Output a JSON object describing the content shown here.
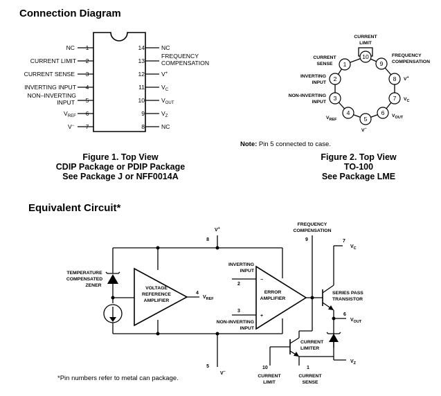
{
  "headings": {
    "connection": "Connection Diagram",
    "equivalent": "Equivalent Circuit*"
  },
  "dip": {
    "left": [
      {
        "num": "1",
        "label": "NC"
      },
      {
        "num": "2",
        "label": "CURRENT LIMIT"
      },
      {
        "num": "3",
        "label": "CURRENT SENSE"
      },
      {
        "num": "4",
        "label": "INVERTING INPUT"
      },
      {
        "num": "5",
        "label1": "NON–INVERTING",
        "label2": "INPUT"
      },
      {
        "num": "6",
        "label": "V",
        "sub": "REF"
      },
      {
        "num": "7",
        "label": "V",
        "sup": "−"
      }
    ],
    "right": [
      {
        "num": "14",
        "label": "NC"
      },
      {
        "num": "13",
        "label1": "FREQUENCY",
        "label2": "COMPENSATION"
      },
      {
        "num": "12",
        "label": "V",
        "sup": "+"
      },
      {
        "num": "11",
        "label": "V",
        "sub": "C"
      },
      {
        "num": "10",
        "label": "V",
        "sub": "OUT"
      },
      {
        "num": "9",
        "label": "V",
        "sub": "Z"
      },
      {
        "num": "8",
        "label": "NC"
      }
    ]
  },
  "figure1": {
    "line1": "Figure 1. Top View",
    "line2": "CDIP Package or PDIP Package",
    "line3": "See Package J or NFF0014A"
  },
  "can": {
    "top1": "CURRENT",
    "top2": "LIMIT",
    "pins": [
      "1",
      "2",
      "3",
      "4",
      "5",
      "6",
      "7",
      "8",
      "9",
      "10"
    ],
    "current_sense1": "CURRENT",
    "current_sense2": "SENSE",
    "inv1": "INVERTING",
    "inv2": "INPUT",
    "noninv1": "NON-INVERTING",
    "noninv2": "INPUT",
    "vref": "V",
    "vref_sub": "REF",
    "vminus": "V",
    "vminus_sup": "−",
    "vout": "V",
    "vout_sub": "OUT",
    "vc": "V",
    "vc_sub": "C",
    "vplus": "V",
    "vplus_sup": "+",
    "freq1": "FREQUENCY",
    "freq2": "COMPENSATION"
  },
  "note": {
    "bold": "Note:",
    "text": " Pin 5 connected to case."
  },
  "figure2": {
    "line1": "Figure 2. Top View",
    "line2": "TO-100",
    "line3": "See Package LME"
  },
  "circuit": {
    "vplus": "V",
    "vplus_sup": "+",
    "pin8": "8",
    "freq1": "FREQUENCY",
    "freq2": "COMPENSATION",
    "pin9": "9",
    "pin7": "7",
    "vc": "V",
    "vc_sub": "C",
    "temp1": "TEMPERATURE",
    "temp2": "COMPENSATED",
    "temp3": "ZENER",
    "vra1": "VOLTAGE",
    "vra2": "REFERENCE",
    "vra3": "AMPLIFIER",
    "pin4": "4",
    "vref": "V",
    "vref_sub": "REF",
    "inv1": "INVERTING",
    "inv2": "INPUT",
    "pin2": "2",
    "minus": "−",
    "plus": "+",
    "ea1": "ERROR",
    "ea2": "AMPLIFIER",
    "pin3": "3",
    "noninv1": "NON-INVERTING",
    "noninv2": "INPUT",
    "sp1": "SERIES PASS",
    "sp2": "TRANSISTOR",
    "pin6": "6",
    "vout": "V",
    "vout_sub": "OUT",
    "cl1": "CURRENT",
    "cl2": "LIMITER",
    "vz": "V",
    "vz_sub": "Z",
    "pin5": "5",
    "vminus": "V",
    "vminus_sup": "−",
    "pin10": "10",
    "pin1": "1",
    "clim1": "CURRENT",
    "clim2": "LIMIT",
    "cs1": "CURRENT",
    "cs2": "SENSE"
  },
  "footnote": "*Pin numbers refer to metal can package."
}
